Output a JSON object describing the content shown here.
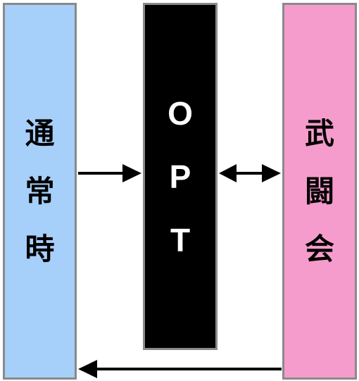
{
  "diagram": {
    "left_column": {
      "chars": [
        "通",
        "常",
        "時"
      ],
      "color": "#a6cff9"
    },
    "center_column": {
      "chars": [
        "O",
        "P",
        "T"
      ],
      "color": "#000000"
    },
    "right_column": {
      "chars": [
        "武",
        "闘",
        "会"
      ],
      "color": "#f69ccc"
    },
    "border_color": "#8a8a8a",
    "arrows": [
      {
        "from": "通常時",
        "to": "OPT",
        "style": "single"
      },
      {
        "from": "OPT",
        "to": "武闘会",
        "style": "double"
      },
      {
        "from": "武闘会",
        "to": "通常時",
        "style": "single"
      }
    ]
  }
}
